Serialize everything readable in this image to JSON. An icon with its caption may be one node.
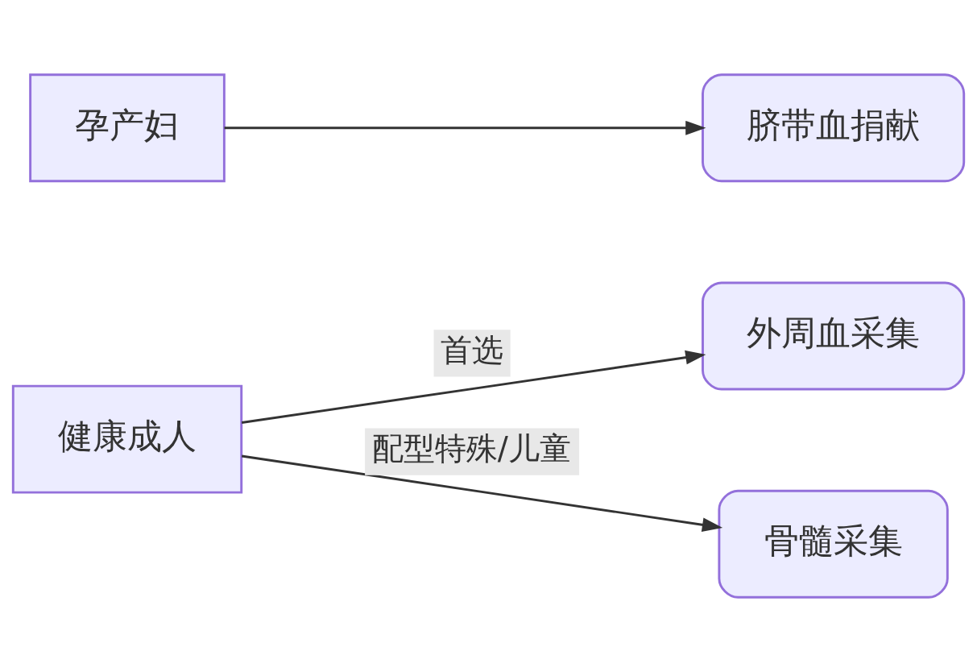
{
  "diagram": {
    "nodes": [
      {
        "text": [
          "健康成人"
        ]
      },
      {
        "text": [
          "外周血采集"
        ]
      },
      {
        "text": [
          "骨髓采集"
        ]
      },
      {
        "text": [
          "孕产妇"
        ]
      },
      {
        "text": [
          "脐带血捐献"
        ]
      }
    ],
    "edges": [
      {
        "from": 0,
        "to": 1,
        "arrow": "to",
        "label": "首选"
      },
      {
        "from": 0,
        "to": 2,
        "arrow": "to",
        "label": "配型特殊/儿童"
      },
      {
        "from": 3,
        "to": 4,
        "arrow": "to"
      }
    ]
  }
}
